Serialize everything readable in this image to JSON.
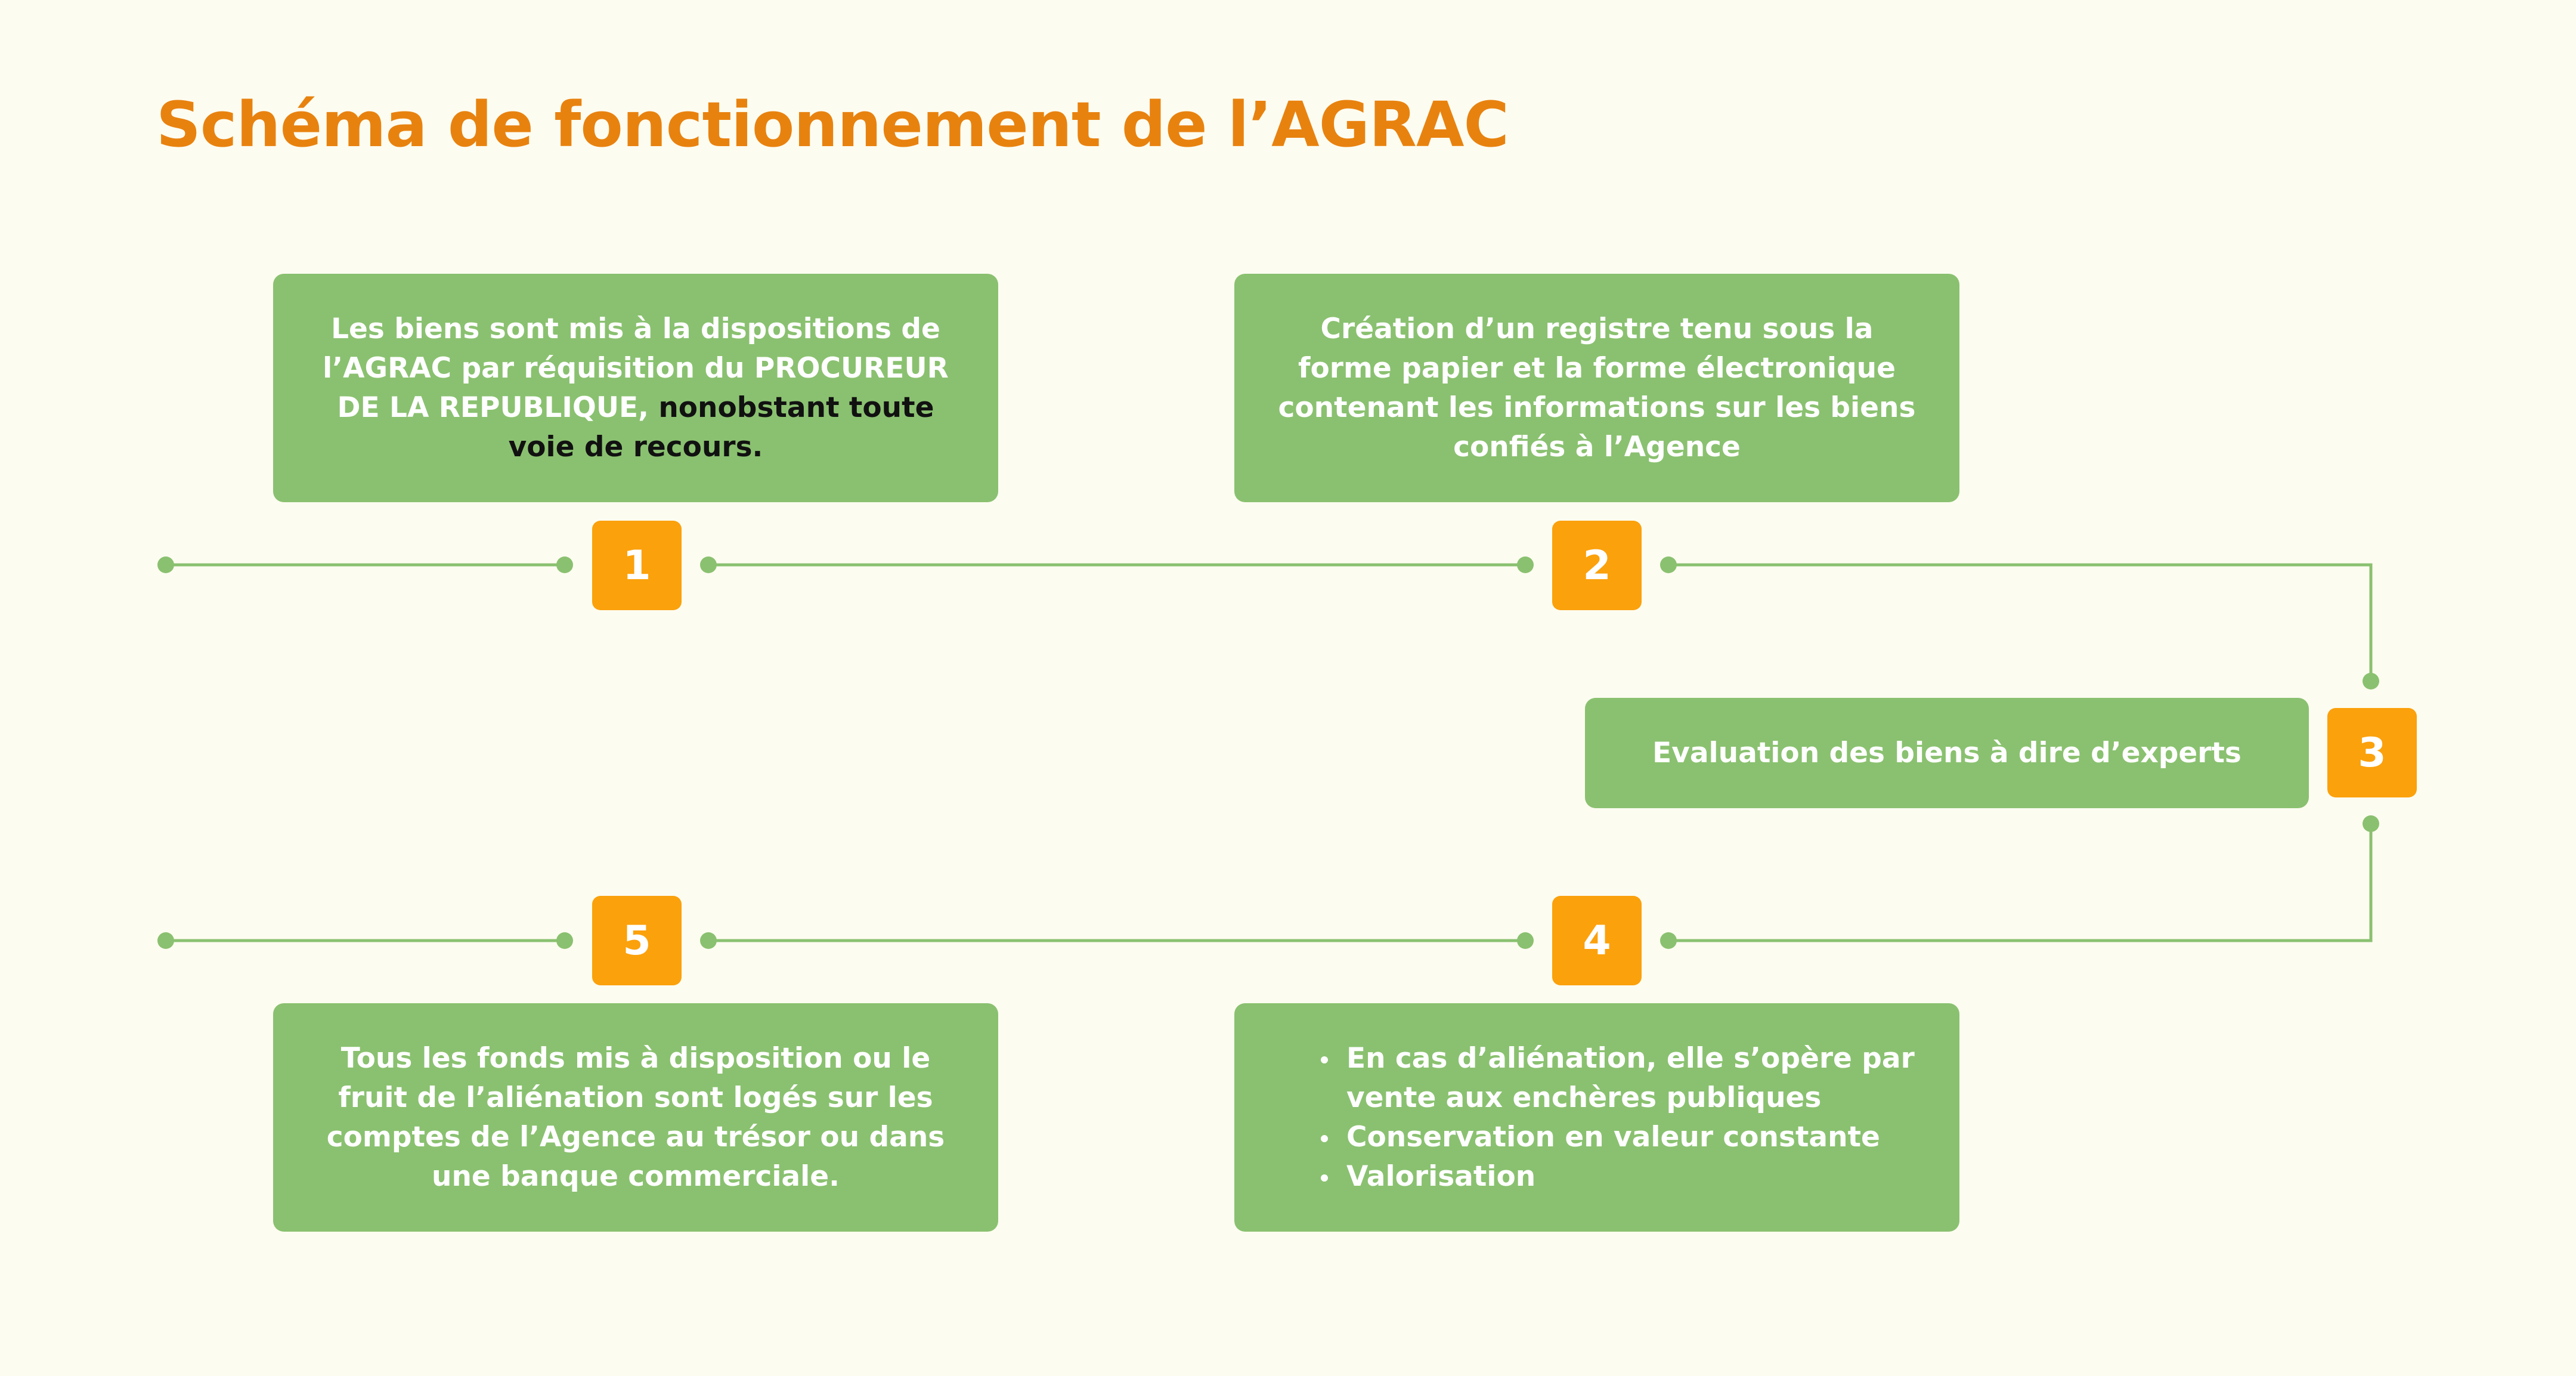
{
  "title": "Schéma de fonctionnement de l’AGRAC",
  "colors": {
    "background": "#fdfcf0",
    "title": "#e8820f",
    "box": "#8ac170",
    "step": "#fba10c",
    "line": "#8ac170"
  },
  "steps": {
    "s1": {
      "number": "1",
      "text": "Les biens sont mis à la dispositions de l’AGRAC par réquisition du PROCUREUR DE LA REPUBLIQUE, ",
      "text_dark": "nonobstant toute voie de recours."
    },
    "s2": {
      "number": "2",
      "text": "Création d’un registre tenu sous la forme papier et la forme électronique contenant les informations sur les biens confiés à l’Agence"
    },
    "s3": {
      "number": "3",
      "text": "Evaluation des biens à dire d’experts"
    },
    "s4": {
      "number": "4",
      "items": [
        "En cas d’aliénation, elle s’opère par vente aux enchères publiques",
        "Conservation en valeur constante",
        "Valorisation"
      ]
    },
    "s5": {
      "number": "5",
      "text": "Tous les fonds mis à disposition ou le fruit de l’aliénation sont logés sur les comptes de l’Agence au trésor ou dans une banque commerciale."
    }
  }
}
